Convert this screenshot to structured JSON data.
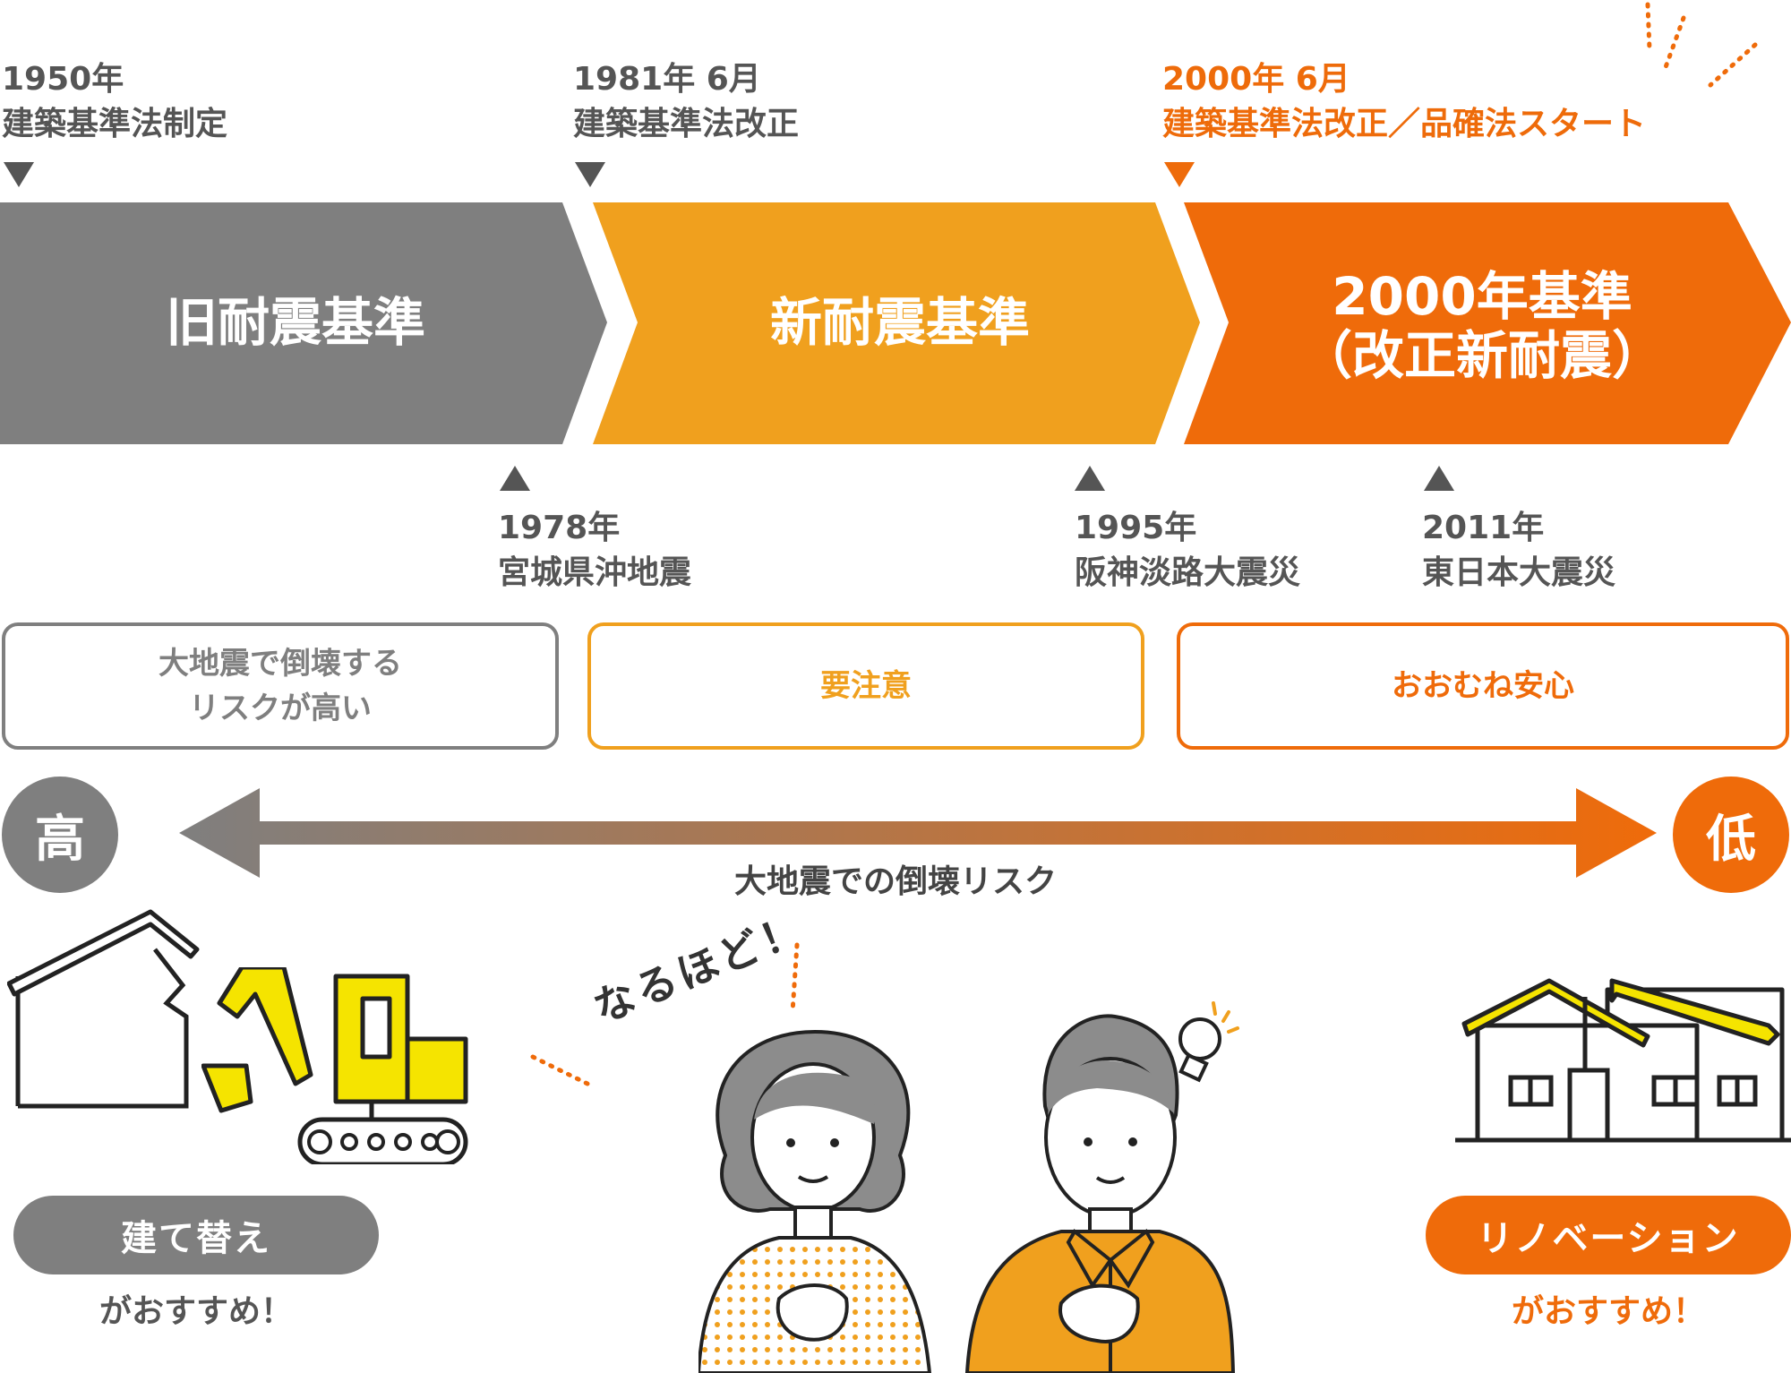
{
  "milestones_top": [
    {
      "year": "1950年",
      "event": "建築基準法制定"
    },
    {
      "year": "1981年 6月",
      "event": "建築基準法改正"
    },
    {
      "year": "2000年 6月",
      "event": "建築基準法改正／品確法スタート"
    }
  ],
  "eras": [
    {
      "title": "旧耐震基準",
      "color": "#7f7f7f"
    },
    {
      "title": "新耐震基準",
      "color": "#f0a01e"
    },
    {
      "title_line1": "2000年基準",
      "title_line2": "（改正新耐震）",
      "color": "#ef6b0a"
    }
  ],
  "milestones_bottom": [
    {
      "year": "1978年",
      "event": "宮城県沖地震"
    },
    {
      "year": "1995年",
      "event": "阪神淡路大震災"
    },
    {
      "year": "2011年",
      "event": "東日本大震災"
    }
  ],
  "risk_boxes": [
    {
      "line1": "大地震で倒壊する",
      "line2": "リスクが高い",
      "color": "#7f7f7f"
    },
    {
      "text": "要注意",
      "color": "#f0a01e"
    },
    {
      "text": "おおむね安心",
      "color": "#ef6b0a"
    }
  ],
  "risk_scale": {
    "high": "高",
    "low": "低",
    "label": "大地震での倒壊リスク"
  },
  "bubble": {
    "text": "なるほど！"
  },
  "recommendations": [
    {
      "pill": "建て替え",
      "note": "がおすすめ！",
      "color": "#7f7f7f"
    },
    {
      "pill": "リノベーション",
      "note": "がおすすめ！",
      "color": "#ef6b0a"
    }
  ],
  "icons": [
    "broken-house-icon",
    "excavator-icon",
    "woman-icon",
    "man-icon",
    "lightbulb-icon",
    "renovated-houses-icon"
  ]
}
